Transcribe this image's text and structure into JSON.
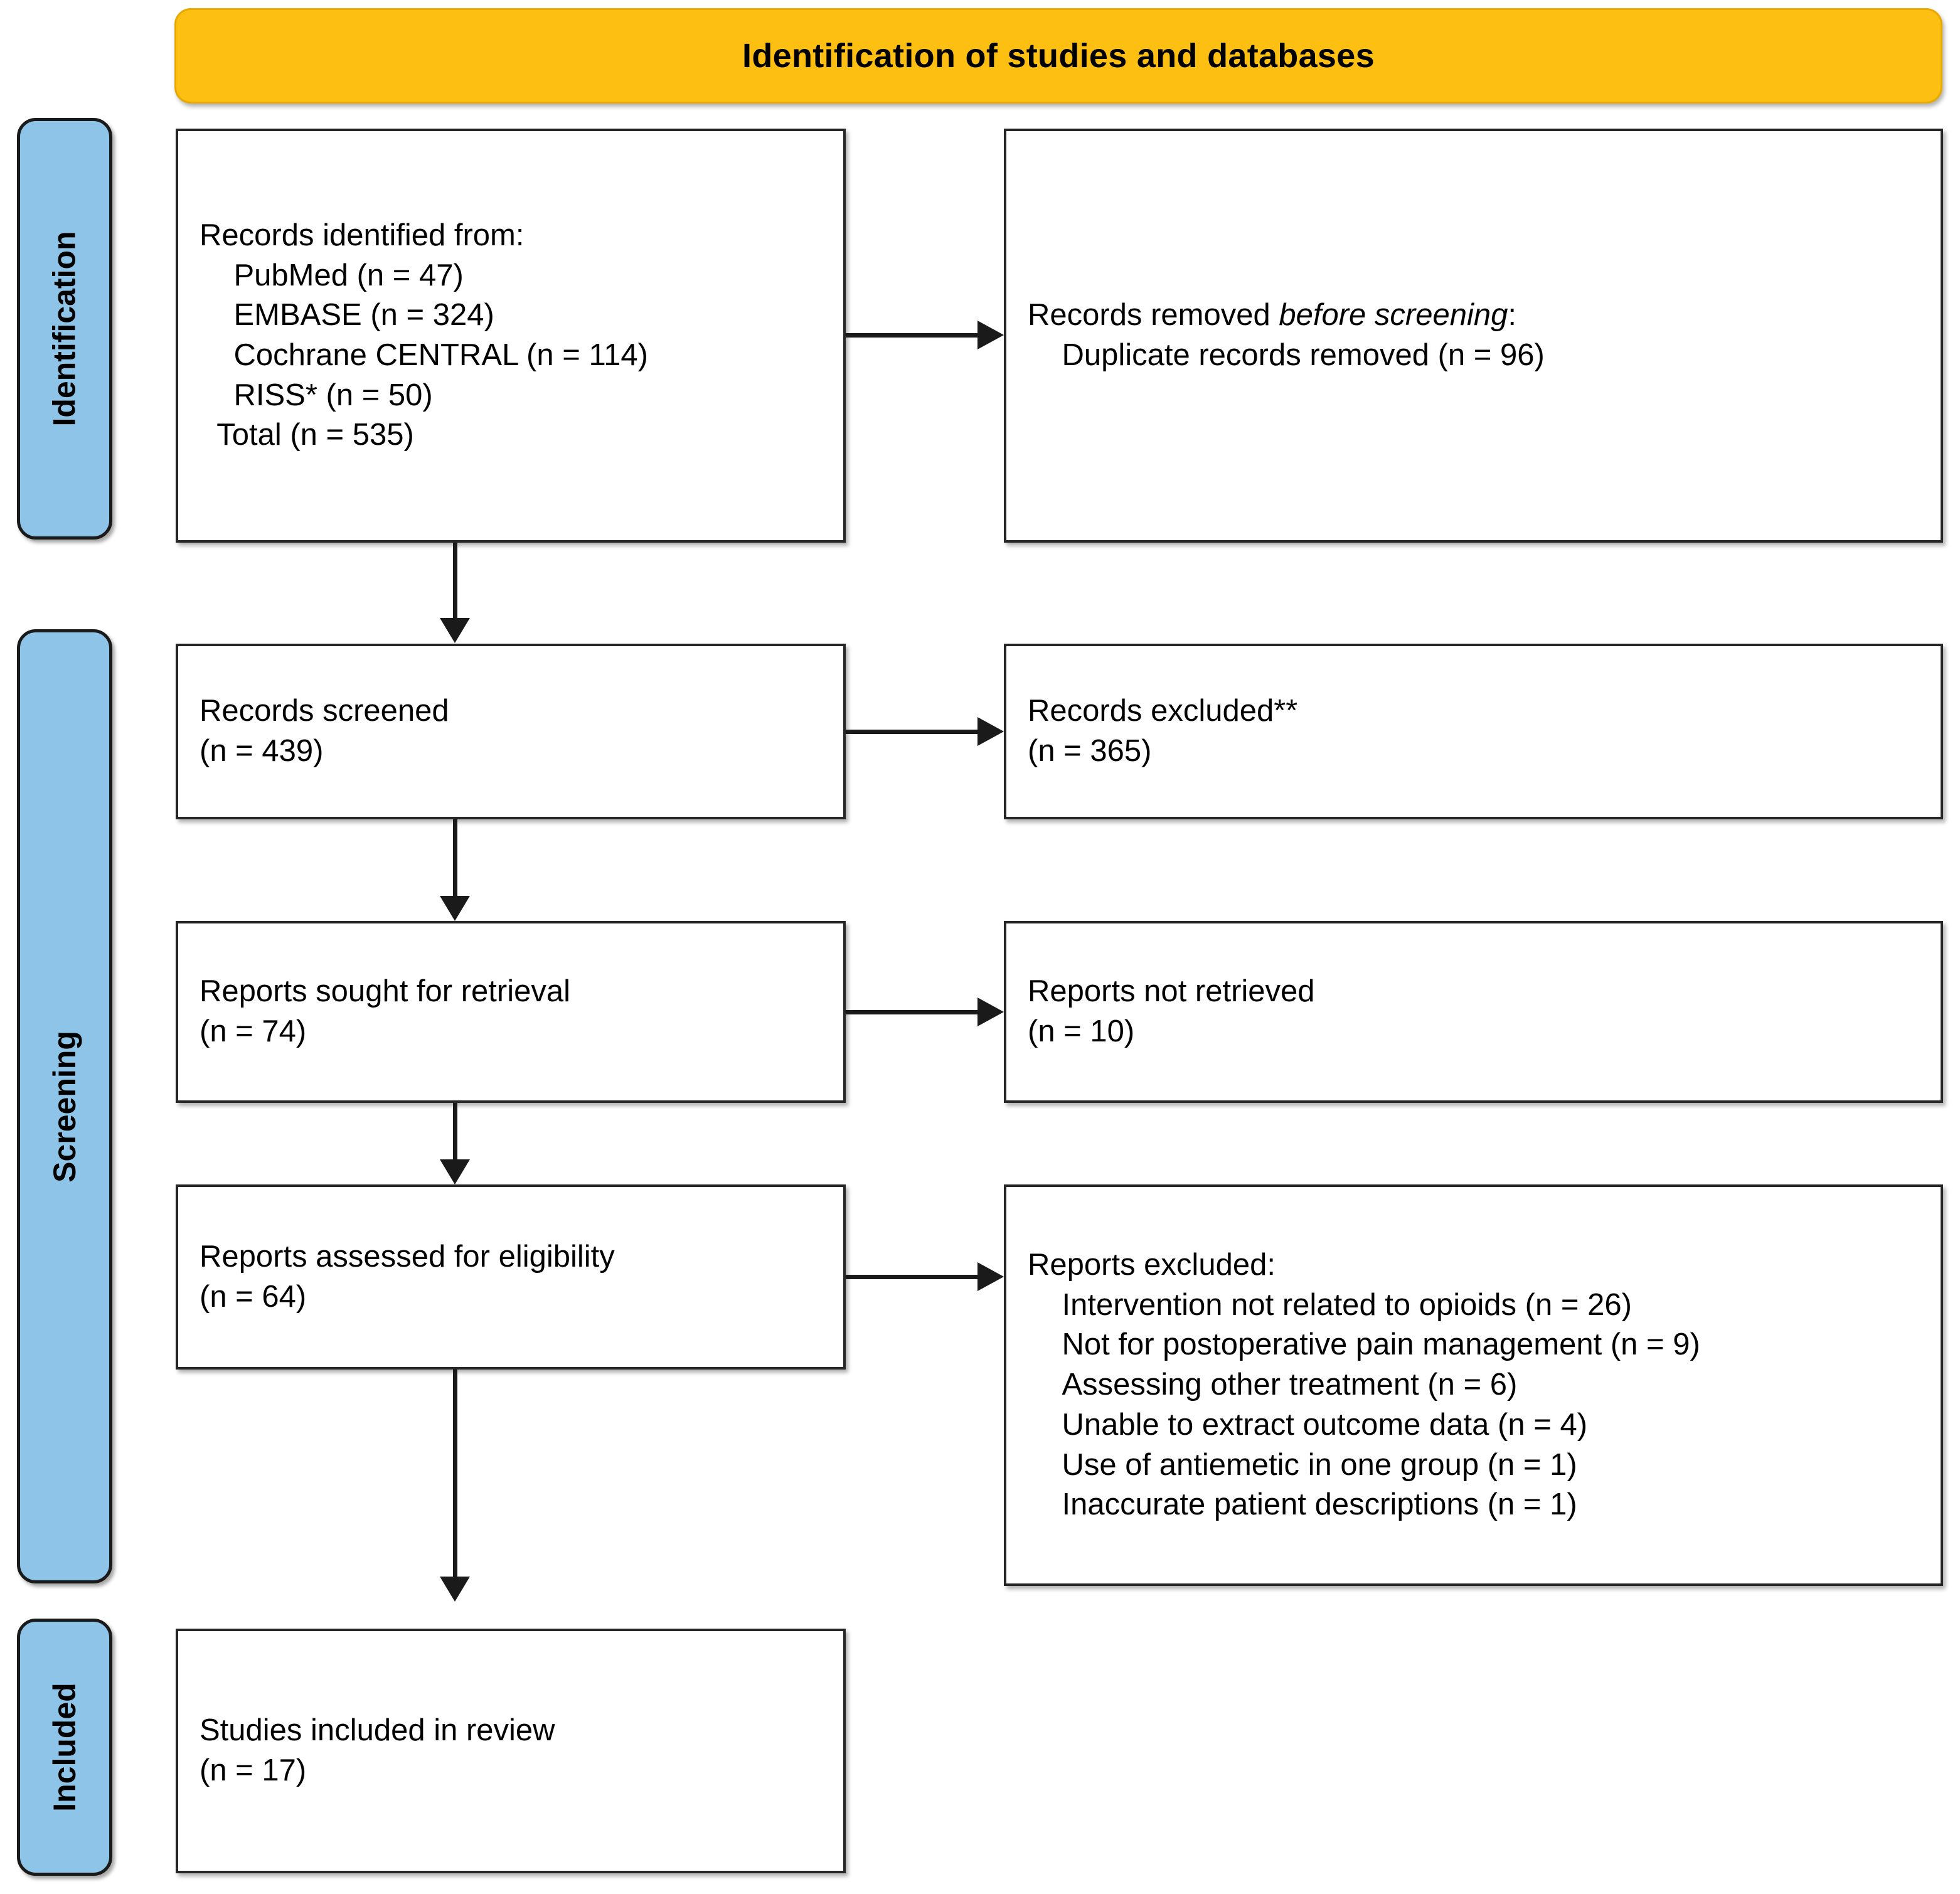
{
  "diagram": {
    "type": "prisma-flow-diagram",
    "header": {
      "title": "Identification of studies and databases",
      "color": "#fcbf12"
    },
    "stage_tabs": [
      {
        "label": "Identification",
        "color": "#8ec4e8"
      },
      {
        "label": "Screening",
        "color": "#8ec4e8"
      },
      {
        "label": "Included",
        "color": "#8ec4e8"
      }
    ],
    "boxes": {
      "identified": "Records identified from:\n    PubMed (n = 47)\n    EMBASE (n = 324)\n    Cochrane CENTRAL (n = 114)\n    RISS* (n = 50)\n  Total (n = 535)",
      "removed_line1": "Records removed ",
      "removed_italic": "before screening",
      "removed_line1_end": ":",
      "removed_line2": "    Duplicate records removed (n = 96)",
      "screened": "Records screened\n(n = 439)",
      "excluded": "Records excluded**\n(n = 365)",
      "sought": "Reports sought for retrieval\n(n = 74)",
      "not_retrieved": "Reports not retrieved\n(n = 10)",
      "assessed": "Reports assessed for eligibility\n(n = 64)",
      "reports_excluded": "Reports excluded:\n    Intervention not related to opioids (n = 26)\n    Not for postoperative pain management (n = 9)\n    Assessing other treatment (n = 6)\n    Unable to extract outcome data (n = 4)\n    Use of antiemetic in one group (n = 1)\n    Inaccurate patient descriptions (n = 1)",
      "included": "Studies included in review\n(n = 17)"
    },
    "counts": {
      "pubmed": 47,
      "embase": 324,
      "cochrane_central": 114,
      "riss": 50,
      "total_identified": 535,
      "duplicates_removed": 96,
      "records_screened": 439,
      "records_excluded": 365,
      "reports_sought": 74,
      "reports_not_retrieved": 10,
      "reports_assessed": 64,
      "excl_intervention_not_opioids": 26,
      "excl_not_postoperative": 9,
      "excl_other_treatment": 6,
      "excl_no_outcome_data": 4,
      "excl_antiemetic": 1,
      "excl_inaccurate_patients": 1,
      "studies_included": 17
    }
  }
}
